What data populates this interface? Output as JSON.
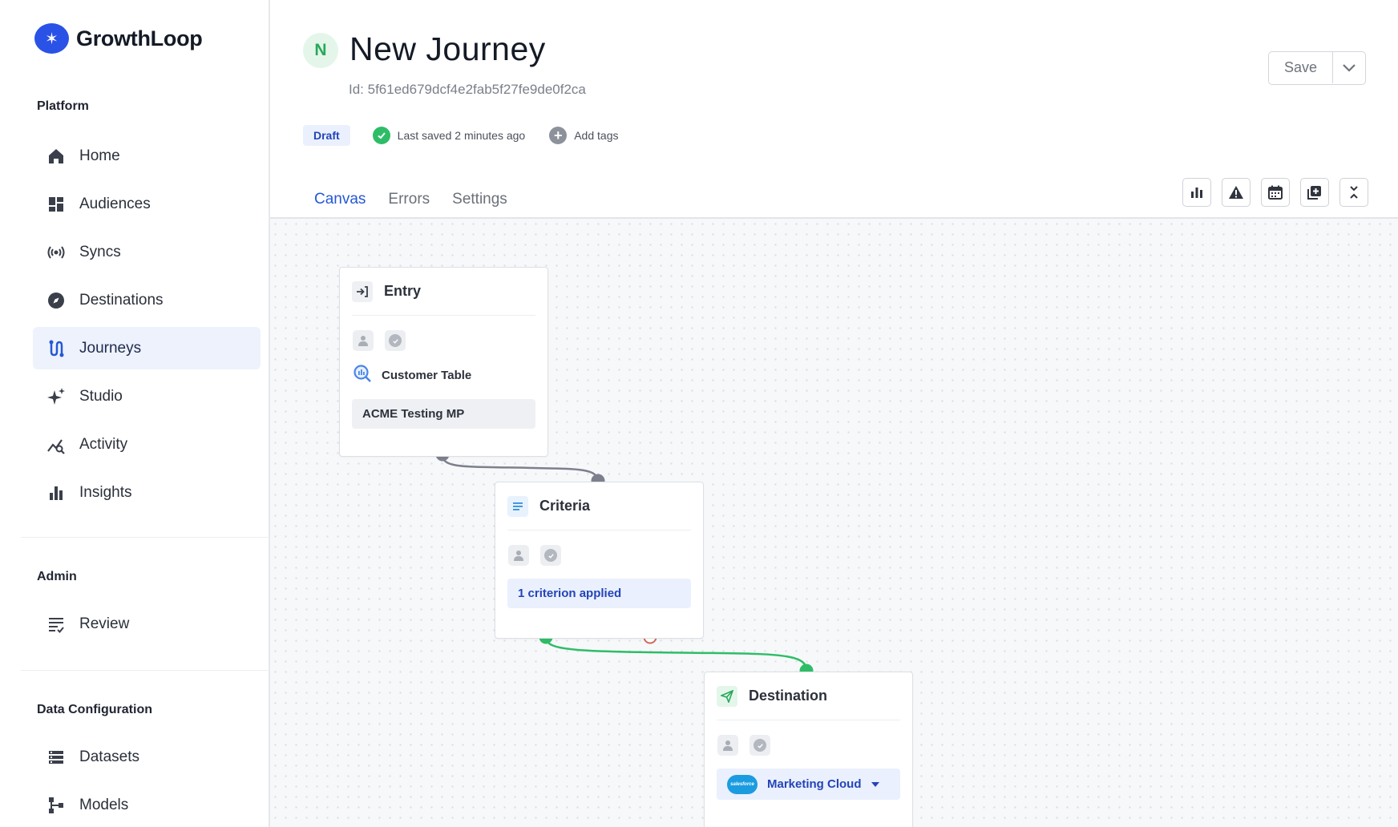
{
  "app": {
    "name": "GrowthLoop"
  },
  "sidebar": {
    "sections": [
      {
        "label": "Platform"
      },
      {
        "label": "Admin"
      },
      {
        "label": "Data Configuration"
      }
    ],
    "platform_items": [
      {
        "label": "Home",
        "icon": "home-icon"
      },
      {
        "label": "Audiences",
        "icon": "dashboard-icon"
      },
      {
        "label": "Syncs",
        "icon": "broadcast-icon"
      },
      {
        "label": "Destinations",
        "icon": "compass-icon"
      },
      {
        "label": "Journeys",
        "icon": "journey-icon",
        "active": true
      },
      {
        "label": "Studio",
        "icon": "sparkle-icon"
      },
      {
        "label": "Activity",
        "icon": "activity-icon"
      },
      {
        "label": "Insights",
        "icon": "bar-chart-icon"
      }
    ],
    "admin_items": [
      {
        "label": "Review",
        "icon": "review-list-icon"
      }
    ],
    "data_items": [
      {
        "label": "Datasets",
        "icon": "dataset-icon"
      },
      {
        "label": "Models",
        "icon": "model-icon"
      }
    ]
  },
  "header": {
    "avatar_letter": "N",
    "title": "New Journey",
    "id_text": "Id: 5f61ed679dcf4e2fab5f27fe9de0f2ca",
    "status_badge": "Draft",
    "last_saved": "Last saved 2 minutes ago",
    "add_tags": "Add tags",
    "save_label": "Save"
  },
  "tabs": [
    {
      "label": "Canvas",
      "active": true
    },
    {
      "label": "Errors"
    },
    {
      "label": "Settings"
    }
  ],
  "toolbar_icons": [
    "bar-chart-icon",
    "warning-icon",
    "calendar-icon",
    "add-copy-icon",
    "collapse-icon"
  ],
  "canvas": {
    "entry": {
      "title": "Entry",
      "source_label": "Customer Table",
      "source_value": "ACME Testing MP"
    },
    "criteria": {
      "title": "Criteria",
      "summary": "1 criterion applied"
    },
    "destination": {
      "title": "Destination",
      "target": "Marketing Cloud",
      "logo_text": "salesforce"
    }
  },
  "colors": {
    "accent": "#2557d6",
    "brand": "#2a52e6",
    "success": "#2ebd67",
    "connector_grey": "#7d808c",
    "fail_port": "#d06a5a"
  }
}
